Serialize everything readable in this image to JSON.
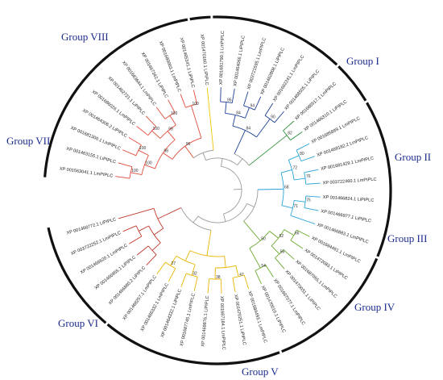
{
  "colors": {
    "group_1": "#e04b3a",
    "group_2": "#f2c500",
    "group_3": "#1c3f94",
    "group_4": "#2f8f3a",
    "group_5": "#2aa3d8",
    "group_6": "#6aa82c",
    "group_7": "#e8b400",
    "group_8": "#c0392b",
    "root": "#9a9a9a",
    "label": "#1a2a8c",
    "band": "#111111"
  },
  "groups": [
    {
      "id": "g1",
      "label": "Group I"
    },
    {
      "id": "g2",
      "label": "Group II"
    },
    {
      "id": "g3",
      "label": "Group III"
    },
    {
      "id": "g4",
      "label": "Group IV"
    },
    {
      "id": "g5",
      "label": "Group V"
    },
    {
      "id": "g6",
      "label": "Group VI"
    },
    {
      "id": "g7",
      "label": "Group VII"
    },
    {
      "id": "g8",
      "label": "Group VIII"
    }
  ],
  "leaves": [
    {
      "label": "XP 001563041.1 LmPIPLC",
      "group": "g1"
    },
    {
      "label": "XP 001463155.1 LiPIPLC",
      "group": "g1"
    },
    {
      "label": "XP 001681300.1 LmPIPLC",
      "group": "g1"
    },
    {
      "label": "XP 001464306.2 LiPIPLC",
      "group": "g1"
    },
    {
      "label": "XP 001686026.1 LmPIPLC",
      "group": "g1"
    },
    {
      "label": "XP 001462721.1 LiPIPLC",
      "group": "g1"
    },
    {
      "label": "XP 001683644.1 LmPIPLC",
      "group": "g1"
    },
    {
      "label": "XP 001467342.1 LiPIPLC",
      "group": "g1"
    },
    {
      "label": "XP 001680063.1 LmPIPLC",
      "group": "g1"
    },
    {
      "label": "XP 001465341.1 LiPIPLC",
      "group": "g1"
    },
    {
      "label": "XP 001470160.1 LiPIPLC",
      "group": "g2"
    },
    {
      "label": "XP 001681790.1 LmPIPLC",
      "group": "g3"
    },
    {
      "label": "XP 001464066.1 LiPIPLC",
      "group": "g3"
    },
    {
      "label": "XP 003721595.1 LmPIPLC",
      "group": "g3"
    },
    {
      "label": "XP 001462808.1 LiPIPLC",
      "group": "g3"
    },
    {
      "label": "XP 001682241.1 LmPIPLC",
      "group": "g3"
    },
    {
      "label": "XP 001468505.1 LiPIPLC",
      "group": "g3"
    },
    {
      "label": "XP 001686517.1 LmPIPLC",
      "group": "g4"
    },
    {
      "label": "XP 001466310.1 LiPIPLC",
      "group": "g4"
    },
    {
      "label": "XP 001685889.1 LmPIPLC",
      "group": "g5"
    },
    {
      "label": "XP 001468182.2 LmPIPLC",
      "group": "g5"
    },
    {
      "label": "XP 001681429.1 LmPIPLC",
      "group": "g5"
    },
    {
      "label": "XP 003722460.1 LmPIPLC",
      "group": "g5"
    },
    {
      "label": "XP 001466824.1 LiPIPLC",
      "group": "g5"
    },
    {
      "label": "XP 001466977.1 LiPIPLC",
      "group": "g5"
    },
    {
      "label": "XP 001466883.1 LmPIPLC",
      "group": "g5"
    },
    {
      "label": "XP 001684461.1 LmPIPLC",
      "group": "g6"
    },
    {
      "label": "XP 001472083.1 LiPIPLC",
      "group": "g6"
    },
    {
      "label": "XP 001687055.1 LmPIPLC",
      "group": "g6"
    },
    {
      "label": "XP 001470031.1 LiPIPLC",
      "group": "g6"
    },
    {
      "label": "XP 001687077.1 LmPIPLC",
      "group": "g6"
    },
    {
      "label": "XP 001470010.1 LiPIPLC",
      "group": "g6"
    },
    {
      "label": "XP 001684493.1 LmPIPLC",
      "group": "g7"
    },
    {
      "label": "XP 001470251.1 LiPIPLC",
      "group": "g7"
    },
    {
      "label": "XP 001687184.1 LmPIPLC",
      "group": "g7"
    },
    {
      "label": "XP 001469876.1 LiPIPLC",
      "group": "g7"
    },
    {
      "label": "XP 001687745.1 LmPIPLC",
      "group": "g7"
    },
    {
      "label": "XP 001464332.1 LiPIPLC",
      "group": "g7"
    },
    {
      "label": "XP 001466332.1 LmPIPLC",
      "group": "g7"
    },
    {
      "label": "XP 001468257.1 LmPIPLC",
      "group": "g7"
    },
    {
      "label": "XP 001466880.2 LiPIPLC",
      "group": "g8"
    },
    {
      "label": "XP 001466955.1 LiPIPLC",
      "group": "g8"
    },
    {
      "label": "XP 001466620.1 LmPIPLC",
      "group": "g8"
    },
    {
      "label": "XP 003722252.1 LmPIPLC",
      "group": "g8"
    },
    {
      "label": "XP 001468772.1 LiPIPLC",
      "group": "g8"
    }
  ],
  "bootstrap_values": [
    "100",
    "100",
    "100",
    "100",
    "100",
    "100",
    "99",
    "98",
    "96",
    "95",
    "94",
    "90",
    "84",
    "84",
    "82",
    "80",
    "76",
    "75",
    "72",
    "71",
    "68",
    "66",
    "56",
    "54",
    "52",
    "50",
    "47",
    "38",
    "32",
    "27"
  ]
}
